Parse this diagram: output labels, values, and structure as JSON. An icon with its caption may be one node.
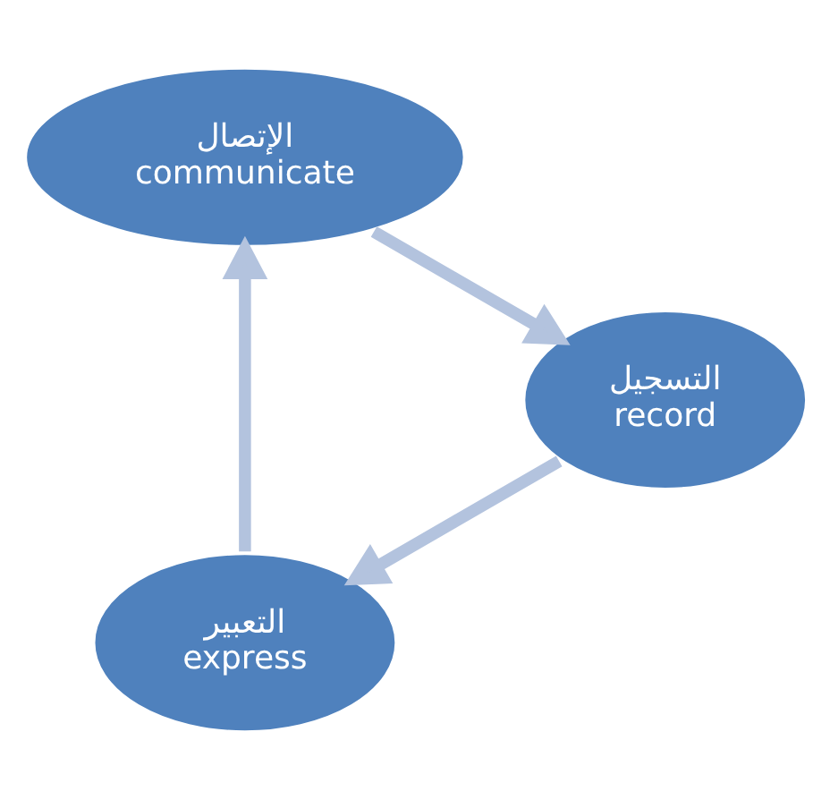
{
  "diagram": {
    "nodes": [
      {
        "text": [
          "التعبير",
          "express"
        ]
      },
      {
        "text": [
          "الإتصال",
          "communicate"
        ]
      },
      {
        "text": [
          "التسجيل",
          "record"
        ]
      }
    ],
    "edges": [
      {
        "from": 0,
        "to": 1,
        "arrow": "to"
      },
      {
        "from": 1,
        "to": 2,
        "arrow": "to"
      },
      {
        "from": 2,
        "to": 0,
        "arrow": "to"
      }
    ]
  }
}
